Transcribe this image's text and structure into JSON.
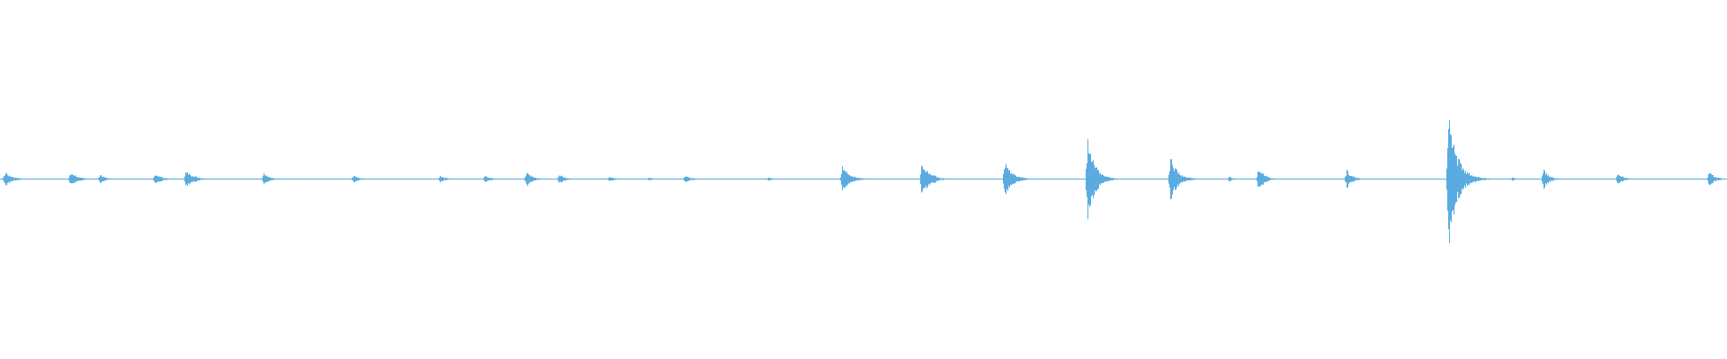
{
  "waveform": {
    "color": "#5aace0",
    "background": "#ffffff",
    "duration_normalized": 1.0,
    "baseline_amplitude": 0.003,
    "events": [
      {
        "t": 0.003,
        "peak": 0.045,
        "decay": 0.004
      },
      {
        "t": 0.041,
        "peak": 0.045,
        "decay": 0.004
      },
      {
        "t": 0.058,
        "peak": 0.028,
        "decay": 0.003
      },
      {
        "t": 0.09,
        "peak": 0.03,
        "decay": 0.004
      },
      {
        "t": 0.108,
        "peak": 0.055,
        "decay": 0.004
      },
      {
        "t": 0.113,
        "peak": 0.022,
        "decay": 0.002
      },
      {
        "t": 0.153,
        "peak": 0.038,
        "decay": 0.003
      },
      {
        "t": 0.205,
        "peak": 0.025,
        "decay": 0.003
      },
      {
        "t": 0.255,
        "peak": 0.022,
        "decay": 0.003
      },
      {
        "t": 0.281,
        "peak": 0.024,
        "decay": 0.003
      },
      {
        "t": 0.305,
        "peak": 0.05,
        "decay": 0.003
      },
      {
        "t": 0.324,
        "peak": 0.03,
        "decay": 0.003
      },
      {
        "t": 0.353,
        "peak": 0.018,
        "decay": 0.003
      },
      {
        "t": 0.376,
        "peak": 0.012,
        "decay": 0.002
      },
      {
        "t": 0.397,
        "peak": 0.02,
        "decay": 0.004
      },
      {
        "t": 0.445,
        "peak": 0.01,
        "decay": 0.003
      },
      {
        "t": 0.488,
        "peak": 0.09,
        "decay": 0.004
      },
      {
        "t": 0.534,
        "peak": 0.11,
        "decay": 0.004
      },
      {
        "t": 0.541,
        "peak": 0.03,
        "decay": 0.002
      },
      {
        "t": 0.582,
        "peak": 0.12,
        "decay": 0.004
      },
      {
        "t": 0.63,
        "peak": 0.26,
        "decay": 0.004
      },
      {
        "t": 0.678,
        "peak": 0.14,
        "decay": 0.004
      },
      {
        "t": 0.712,
        "peak": 0.018,
        "decay": 0.002
      },
      {
        "t": 0.729,
        "peak": 0.08,
        "decay": 0.003
      },
      {
        "t": 0.78,
        "peak": 0.06,
        "decay": 0.003
      },
      {
        "t": 0.839,
        "peak": 0.4,
        "decay": 0.005
      },
      {
        "t": 0.876,
        "peak": 0.012,
        "decay": 0.002
      },
      {
        "t": 0.894,
        "peak": 0.06,
        "decay": 0.003
      },
      {
        "t": 0.937,
        "peak": 0.04,
        "decay": 0.003
      },
      {
        "t": 0.99,
        "peak": 0.05,
        "decay": 0.003
      }
    ]
  }
}
